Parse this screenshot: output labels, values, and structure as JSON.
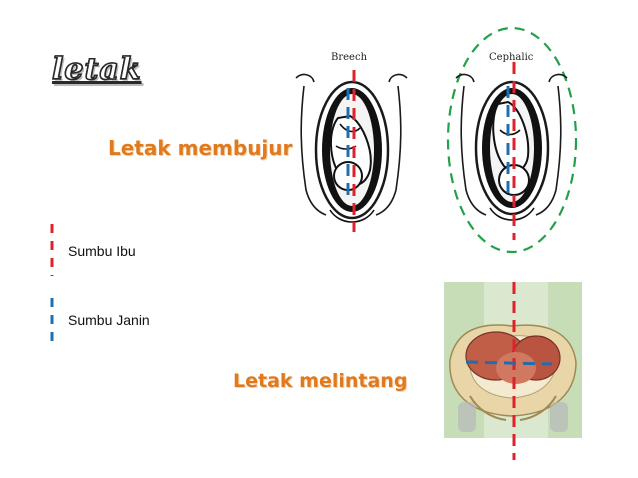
{
  "title": "letak",
  "labels": {
    "membujur": "Letak membujur",
    "melintang": "Letak melintang"
  },
  "legend": {
    "ibu": {
      "label": "Sumbu Ibu",
      "color": "#e0202a"
    },
    "janin": {
      "label": "Sumbu Janin",
      "color": "#1f6fae"
    }
  },
  "figures": {
    "breech": {
      "caption": "Breech"
    },
    "cephalic": {
      "caption": "Cephalic",
      "highlight_color": "#23a04a"
    }
  },
  "colors": {
    "accent_orange": "#e07a1f",
    "axis_ibu": "#e0202a",
    "axis_janin": "#1f6fae",
    "highlight_green": "#23a04a"
  }
}
